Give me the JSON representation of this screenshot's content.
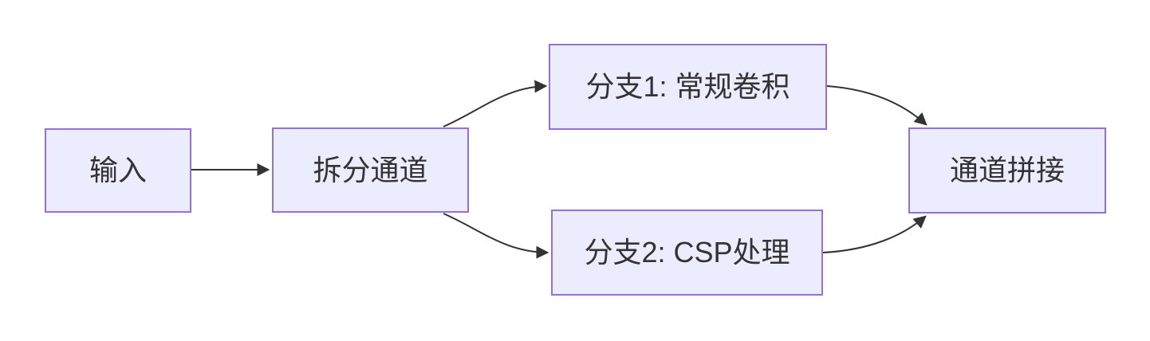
{
  "diagram": {
    "type": "flowchart",
    "direction": "LR",
    "colors": {
      "background": "#ffffff",
      "node_fill": "#ECECFF",
      "node_border": "#9370DB",
      "edge": "#333333",
      "text": "#333333"
    },
    "nodes": [
      {
        "id": "input",
        "label": "输入"
      },
      {
        "id": "split",
        "label": "拆分通道"
      },
      {
        "id": "branch1",
        "label": "分支1: 常规卷积"
      },
      {
        "id": "branch2",
        "label": "分支2: CSP处理"
      },
      {
        "id": "concat",
        "label": "通道拼接"
      }
    ],
    "edges": [
      {
        "from": "输入",
        "to": "拆分通道"
      },
      {
        "from": "拆分通道",
        "to": "分支1: 常规卷积"
      },
      {
        "from": "拆分通道",
        "to": "分支2: CSP处理"
      },
      {
        "from": "分支1: 常规卷积",
        "to": "通道拼接"
      },
      {
        "from": "分支2: CSP处理",
        "to": "通道拼接"
      }
    ]
  }
}
